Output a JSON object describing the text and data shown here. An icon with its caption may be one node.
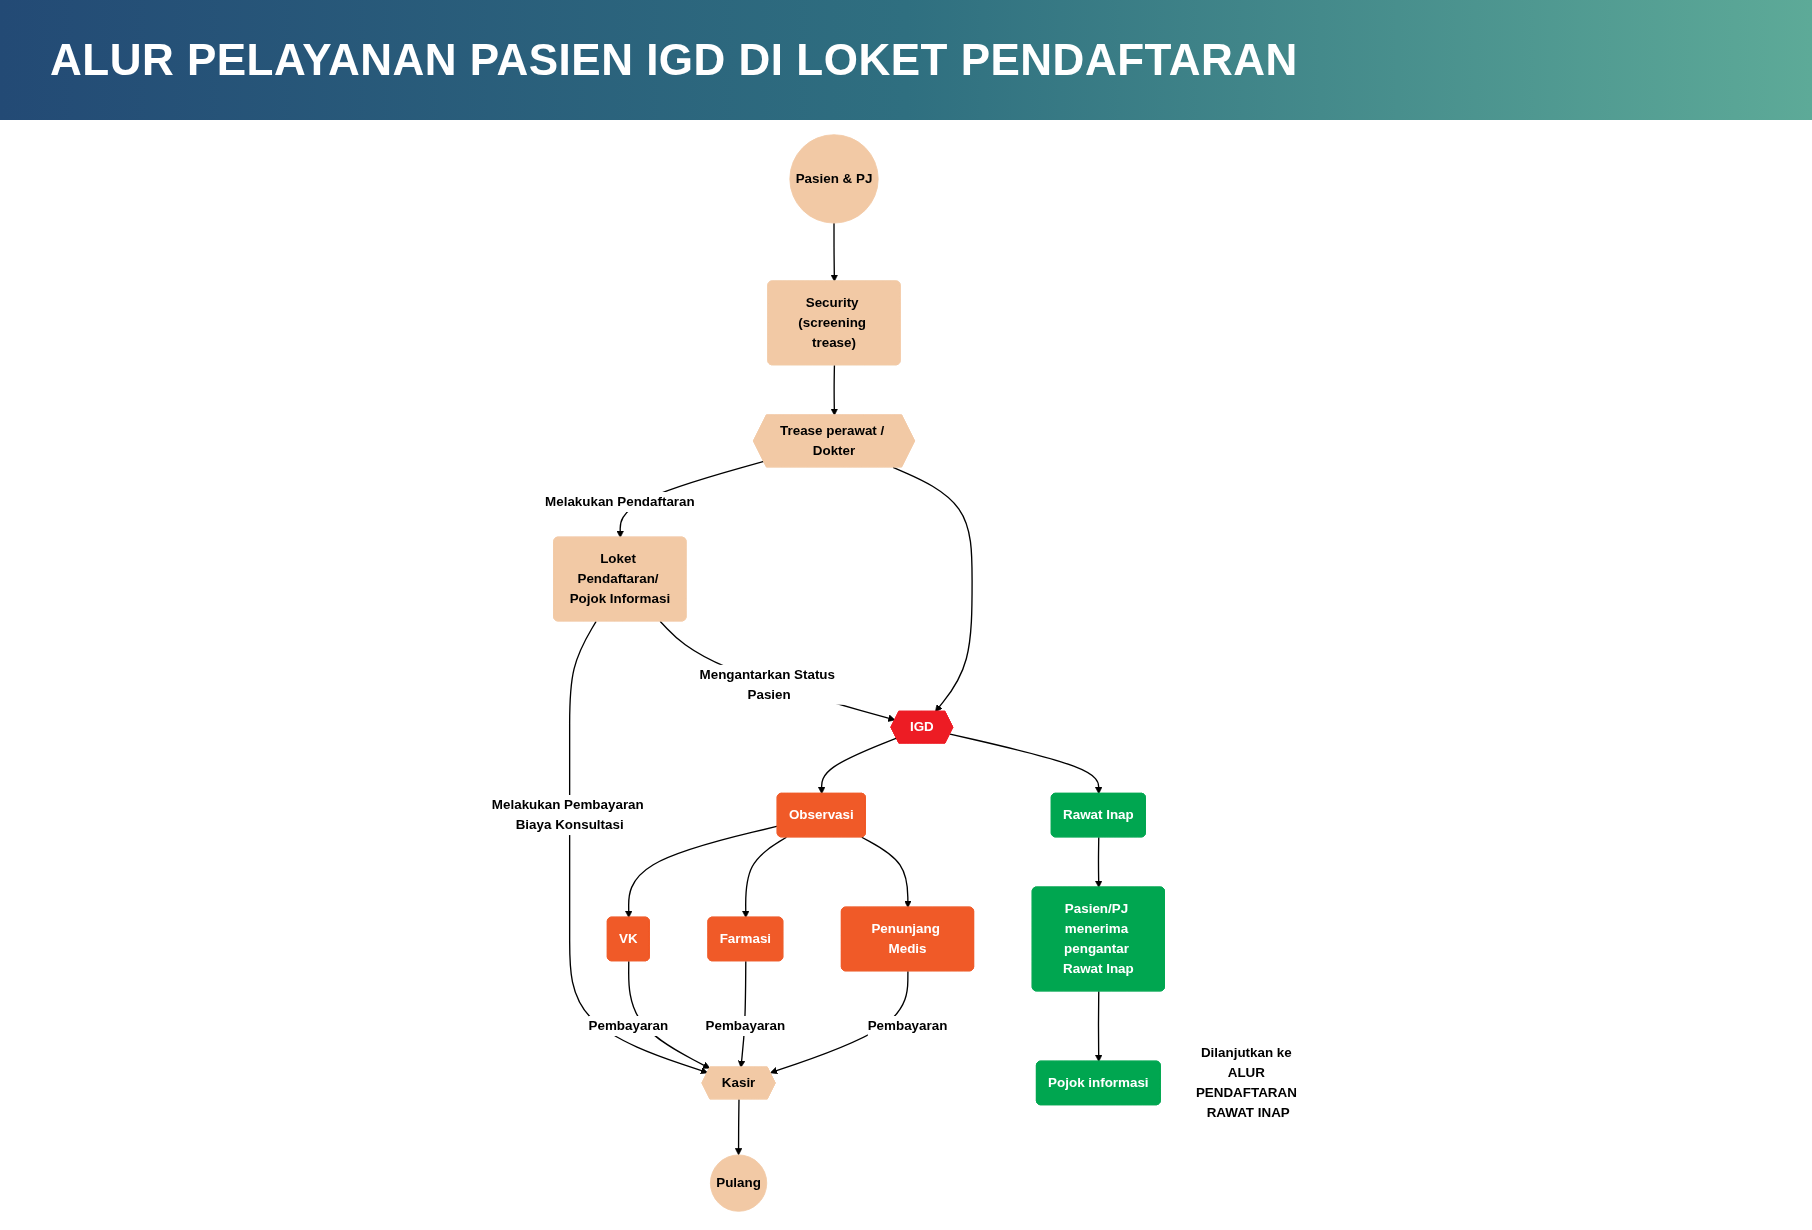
{
  "diagram": {
    "title": "ALUR PELAYANAN PASIEN IGD DI LOKET PENDAFTARAN",
    "nodes": [
      {
        "text": [
          "Pasien & PJ"
        ]
      },
      {
        "text": [
          "Security (screening trease)"
        ]
      },
      {
        "text": [
          "Trease perawat / Dokter"
        ]
      },
      {
        "text": [
          "Loket Pendaftaran/ Pojok Informasi"
        ]
      },
      {
        "text": [
          "IGD"
        ]
      },
      {
        "text": [
          "Kasir"
        ]
      },
      {
        "text": [
          "Pulang"
        ]
      },
      {
        "text": [
          "Observasi"
        ]
      },
      {
        "text": [
          "VK"
        ]
      },
      {
        "text": [
          "Farmasi"
        ]
      },
      {
        "text": [
          "Penunjang Medis"
        ]
      },
      {
        "text": [
          "Rawat Inap"
        ]
      },
      {
        "text": [
          "Pasien/PJ menerima pengantar Rawat Inap"
        ]
      },
      {
        "text": [
          "Pojok informasi"
        ],
        "beside": [
          "Dilanjutkan ke ALUR PENDAFTARAN RAWAT INAP"
        ]
      }
    ],
    "edges": [
      {
        "from": 0,
        "to": 1,
        "arrow": "to"
      },
      {
        "from": 1,
        "to": 2,
        "arrow": "to"
      },
      {
        "from": 2,
        "to": 3,
        "arrow": "to",
        "label": "Melakukan Pendaftaran"
      },
      {
        "from": 2,
        "to": 4,
        "arrow": "to"
      },
      {
        "from": 3,
        "to": 5,
        "arrow": "to",
        "label": "Melakukan Pembayaran Biaya Konsultasi"
      },
      {
        "from": 3,
        "to": 4,
        "arrow": "to",
        "label": "Mengantarkan Status Pasien"
      },
      {
        "from": 5,
        "to": 6,
        "arrow": "to"
      },
      {
        "from": 4,
        "to": 7,
        "arrow": "to"
      },
      {
        "from": 4,
        "to": 11,
        "arrow": "to"
      },
      {
        "from": 7,
        "to": 8,
        "arrow": "to"
      },
      {
        "from": 7,
        "to": 9,
        "arrow": "to"
      },
      {
        "from": 7,
        "to": 10,
        "arrow": "to"
      },
      {
        "from": 8,
        "to": 5,
        "arrow": "to",
        "label": "Pembayaran"
      },
      {
        "from": 9,
        "to": 5,
        "arrow": "to",
        "label": "Pembayaran"
      },
      {
        "from": 10,
        "to": 5,
        "arrow": "to",
        "label": "Pembayaran"
      },
      {
        "from": 11,
        "to": 12,
        "arrow": "to"
      },
      {
        "from": 12,
        "to": 13,
        "arrow": "to"
      }
    ]
  }
}
